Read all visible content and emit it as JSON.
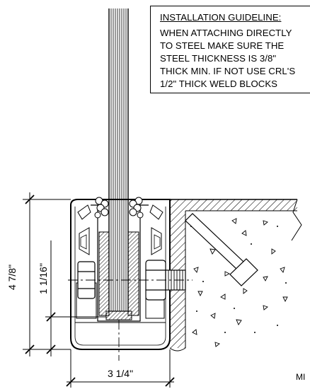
{
  "note": {
    "title": "INSTALLATION GUIDELINE:",
    "lines": [
      "WHEN ATTACHING DIRECTLY",
      "TO STEEL MAKE SURE THE",
      "STEEL THICKNESS IS 3/8\"",
      "THICK MIN. IF NOT USE CRL'S",
      "1/2\" THICK WELD BLOCKS"
    ]
  },
  "dimensions": {
    "height_overall": "4 7/8\"",
    "height_lower": "1 1/16\"",
    "width": "3 1/4\""
  },
  "corner_label": "MI"
}
